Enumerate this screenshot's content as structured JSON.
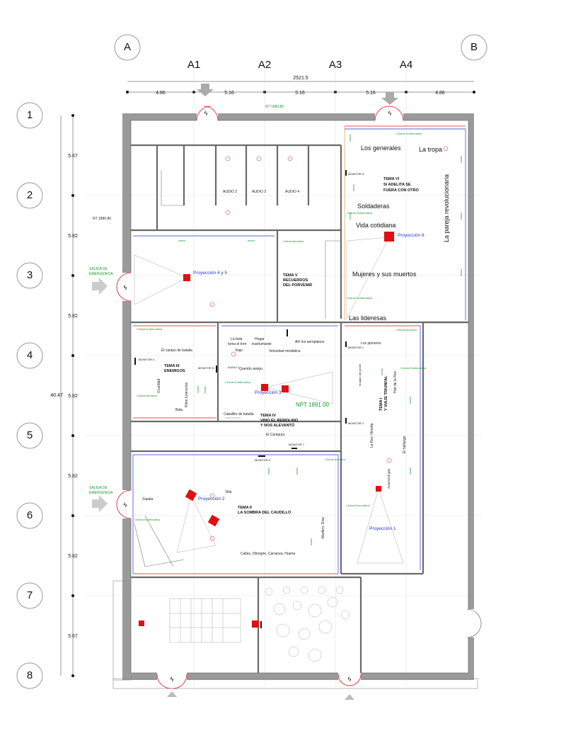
{
  "grid": {
    "columns": [
      "A",
      "A1",
      "A2",
      "A3",
      "A4",
      "B"
    ],
    "rows": [
      "1",
      "2",
      "3",
      "4",
      "5",
      "6",
      "7",
      "8"
    ],
    "total_width": "2521.5",
    "col_dims": [
      "4.86",
      "5.16",
      "5.16",
      "5.16",
      "4.86"
    ],
    "total_height": "40.47",
    "row_dims": [
      "5.67",
      "5.82",
      "5.82",
      "5.82",
      "5.82",
      "5.82",
      "5.67"
    ]
  },
  "levels": {
    "nt_top": "NT 1890.80",
    "nt_left": "NT 1890.80",
    "npt": "NPT 1891.00"
  },
  "exits": {
    "emergency_1": [
      "SALIDA DE",
      "EMERGENCIA"
    ],
    "emergency_2": [
      "SALIDA DE",
      "EMERGENCIA"
    ]
  },
  "themes": {
    "tema_i": [
      "TEMA I",
      "Y VIAJE TRIUNFAL"
    ],
    "tema_ii": [
      "TEMA II",
      "LA SOMBRA DEL CAUDILLO"
    ],
    "tema_iii": [
      "TEMA III",
      "ENEMIGOS"
    ],
    "tema_iv": [
      "TEMA IV",
      "VINO EL REMOLINO",
      "Y NOS ALEVANTÓ"
    ],
    "tema_v": [
      "TEMA V",
      "RECUERDOS",
      "DEL PORVENIR"
    ],
    "tema_vi": [
      "TEMA VI",
      "SI ADELITA SE",
      "FUERA CON OTRO"
    ]
  },
  "labels": {
    "los_generales": "Los generales",
    "la_tropa": "La tropa",
    "soldaderas": "Soldaderas",
    "vida_cotidiana": "Vida cotidiana",
    "pareja": "La pareja revolucionaria",
    "mujeres": "Mujeres y sus muertos",
    "lideresas": "Las lideresas",
    "audio2": "AUDIO 2",
    "audio3": "AUDIO 3",
    "audio4": "AUDIO 4",
    "campo": "El campo de batalla",
    "bola": [
      "La bola",
      "toma el tren"
    ],
    "hogar": [
      "Hogar",
      "trashumante"
    ],
    "aeroplanos": "Ah! los aeroplanos",
    "velocidad": "Velocidad mediática",
    "viaje": "Viaje",
    "querido": "Querido amigo.",
    "crueldad": "Crueldad",
    "ritos": "Ritos funerarios",
    "bala": "Bala",
    "caballito": "Caballito de batalla",
    "centauro": "El Centauro",
    "pioneros": "Los pioneros",
    "imagen": "Imagen del poder",
    "rev_filmada": "La Rev. filmada",
    "hist_rev": "Hist de la Rev",
    "hallazgo": "El hallazgo",
    "automovil": "Automóvil gris",
    "zapata": "Zapata",
    "villa": "Villa",
    "madero": "Madero, Díaz",
    "calles": "Calles, Obregón, Carranza, Huerta"
  },
  "projections": {
    "p1": "Proyección 1",
    "p2": "Proyección 2",
    "p3": "Proyección 3",
    "p45": "Proyección 4 y 5",
    "p6": "Proyección 6"
  },
  "monitors": {
    "m1": "MONITOR 1",
    "m2": "MONITOR 2",
    "m3": "MONITOR 3",
    "m4": "MONITOR 4",
    "m5": "MONITOR 5",
    "m6": "MONITOR 6",
    "m7": "MONITOR 7",
    "audio1": "AUDIO 1"
  },
  "green_notes": {
    "cedula_sub": "Cédula Subtemática",
    "cedula_tem": "Cédula temática",
    "cedula_inf": "Cédula informativa"
  },
  "colors": {
    "wall": "#9a9a9a",
    "wall_dark": "#555555",
    "red": "#e01010",
    "green": "#1a9a2a",
    "blue": "#2233cc",
    "magenta": "#cc33cc"
  }
}
